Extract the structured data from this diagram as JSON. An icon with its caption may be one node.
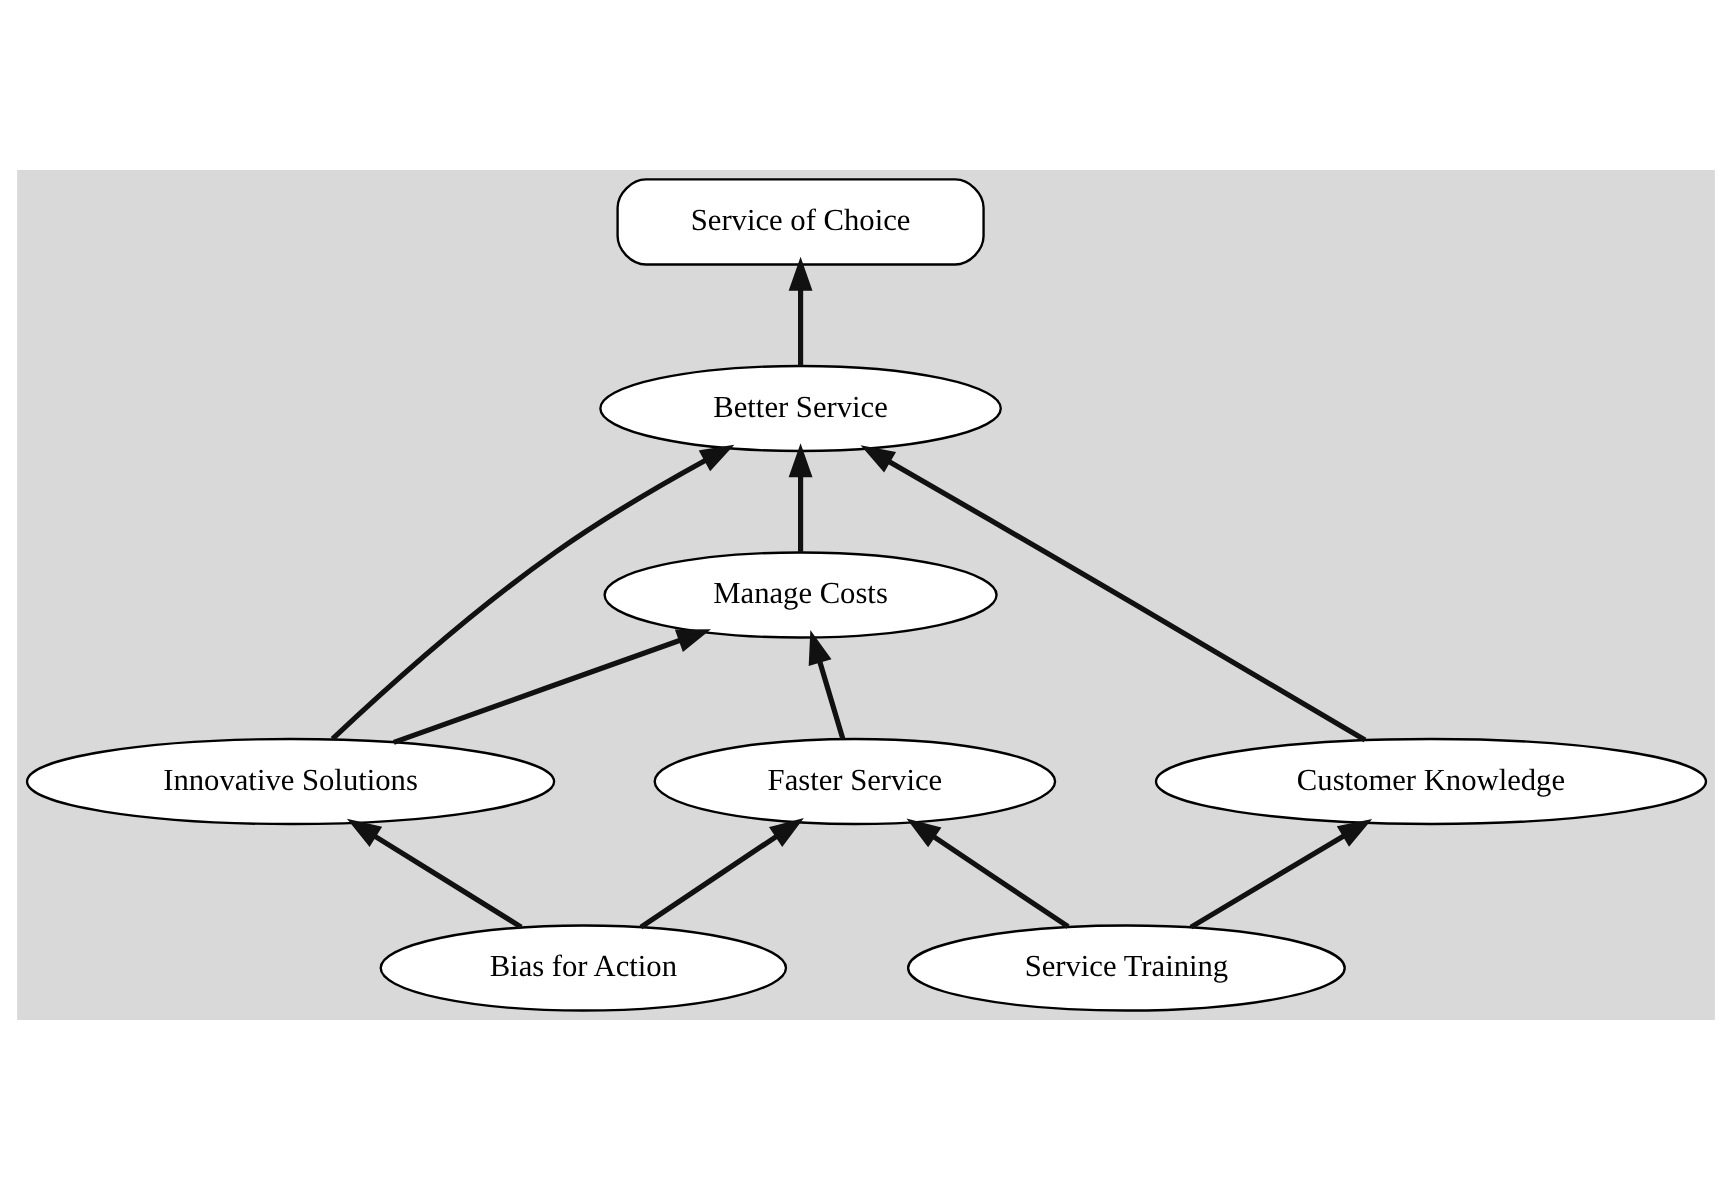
{
  "diagram": {
    "nodes": [
      {
        "text": [
          "Service of Choice"
        ]
      },
      {
        "text": [
          "Better Service"
        ]
      },
      {
        "text": [
          "Manage Costs"
        ]
      },
      {
        "text": [
          "Innovative Solutions"
        ]
      },
      {
        "text": [
          "Faster Service"
        ]
      },
      {
        "text": [
          "Customer Knowledge"
        ]
      },
      {
        "text": [
          "Bias for Action"
        ]
      },
      {
        "text": [
          "Service Training"
        ]
      }
    ],
    "edges": [
      {
        "from": 1,
        "to": 0,
        "arrow": "to"
      },
      {
        "from": 2,
        "to": 1,
        "arrow": "to"
      },
      {
        "from": 3,
        "to": 1,
        "arrow": "to"
      },
      {
        "from": 3,
        "to": 2,
        "arrow": "to"
      },
      {
        "from": 4,
        "to": 2,
        "arrow": "to"
      },
      {
        "from": 5,
        "to": 1,
        "arrow": "to"
      },
      {
        "from": 6,
        "to": 3,
        "arrow": "to"
      },
      {
        "from": 6,
        "to": 4,
        "arrow": "to"
      },
      {
        "from": 7,
        "to": 4,
        "arrow": "to"
      },
      {
        "from": 7,
        "to": 5,
        "arrow": "to"
      }
    ]
  }
}
